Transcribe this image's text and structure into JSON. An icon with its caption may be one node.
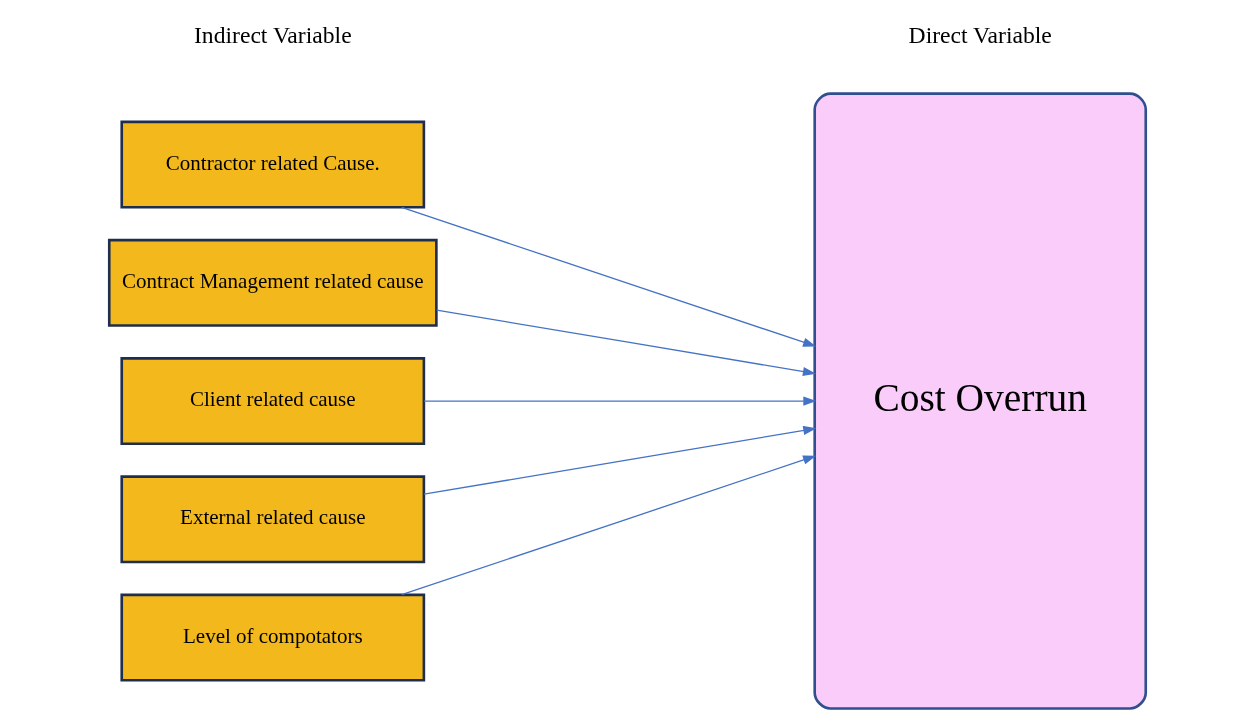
{
  "diagram": {
    "nodes": [
      {
        "text": [
          "Contractor related Cause."
        ]
      },
      {
        "text": [
          "Contract Management related cause"
        ]
      },
      {
        "text": [
          "Client related cause"
        ]
      },
      {
        "text": [
          "External related cause"
        ]
      },
      {
        "text": [
          "Level of compotators"
        ]
      },
      {
        "text": [
          "Cost Overrun"
        ]
      }
    ],
    "edges": [
      {
        "from": 0,
        "to": 5,
        "arrow": "to"
      },
      {
        "from": 1,
        "to": 5,
        "arrow": "to"
      },
      {
        "from": 2,
        "to": 5,
        "arrow": "to"
      },
      {
        "from": 3,
        "to": 5,
        "arrow": "to"
      },
      {
        "from": 4,
        "to": 5,
        "arrow": "to"
      }
    ],
    "labels": [
      "Indirect Variable",
      "Direct Variable"
    ]
  }
}
